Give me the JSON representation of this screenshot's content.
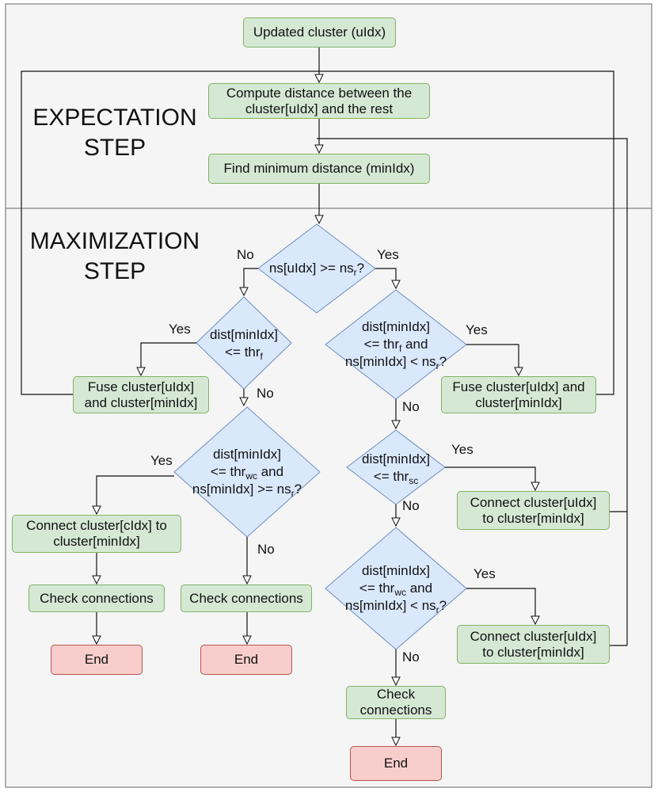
{
  "sections": {
    "expectation": "EXPECTATION\nSTEP",
    "maximization": "MAXIMIZATION\nSTEP"
  },
  "nodes": {
    "updated_cluster": "Updated cluster (uIdx)",
    "compute_distance": "Compute distance between the\ncluster[uIdx] and the rest",
    "find_minimum": "Find minimum distance (minIdx)",
    "fuse_left": "Fuse cluster[uIdx]\nand cluster[minIdx]",
    "fuse_right": "Fuse cluster[uIdx] and\ncluster[minIdx]",
    "connect_left": "Connect cluster[cIdx] to\ncluster[minIdx]",
    "connect_right_1": "Connect cluster[uIdx]\nto cluster[minIdx]",
    "connect_right_2": "Connect cluster[uIdx]\nto cluster[minIdx]",
    "check_left": "Check connections",
    "check_mid": "Check connections",
    "check_right": "Check\nconnections",
    "end_left": "End",
    "end_mid": "End",
    "end_right": "End"
  },
  "decisions": {
    "d1": {
      "a": "ns[uIdx] >= ns",
      "sub": "r",
      "b": "?"
    },
    "d2": {
      "l1": "dist[minIdx]",
      "a": "<= thr",
      "sub": "f"
    },
    "d3": {
      "l1": "dist[minIdx]",
      "a": "<= thr",
      "sub": "f",
      "b": " and",
      "c": "ns[minIdx] < ns",
      "csub": "r",
      "d": "?"
    },
    "d4": {
      "l1": "dist[minIdx]",
      "a": "<= thr",
      "sub": "wc",
      "b": " and",
      "c": "ns[minIdx] >= ns",
      "csub": "r",
      "d": "?"
    },
    "d5": {
      "l1": "dist[minIdx]",
      "a": "<= thr",
      "sub": "sc"
    },
    "d6": {
      "l1": "dist[minIdx]",
      "a": "<= thr",
      "sub": "wc",
      "b": " and",
      "c": "ns[minIdx] < ns",
      "csub": "r",
      "d": "?"
    }
  },
  "edge_labels": {
    "d1_no": "No",
    "d1_yes": "Yes",
    "d2_yes": "Yes",
    "d2_no": "No",
    "d3_yes": "Yes",
    "d3_no": "No",
    "d4_yes": "Yes",
    "d4_no": "No",
    "d5_yes": "Yes",
    "d5_no": "No",
    "d6_yes": "Yes",
    "d6_no": "No"
  },
  "colors": {
    "process_fill": "#d5e8d4",
    "process_stroke": "#82b366",
    "decision_fill": "#dae8fc",
    "decision_stroke": "#6c8ebf",
    "end_fill": "#f8cecc",
    "end_stroke": "#b85450",
    "panel_fill": "#f5f5f5",
    "panel_stroke": "#666666"
  }
}
